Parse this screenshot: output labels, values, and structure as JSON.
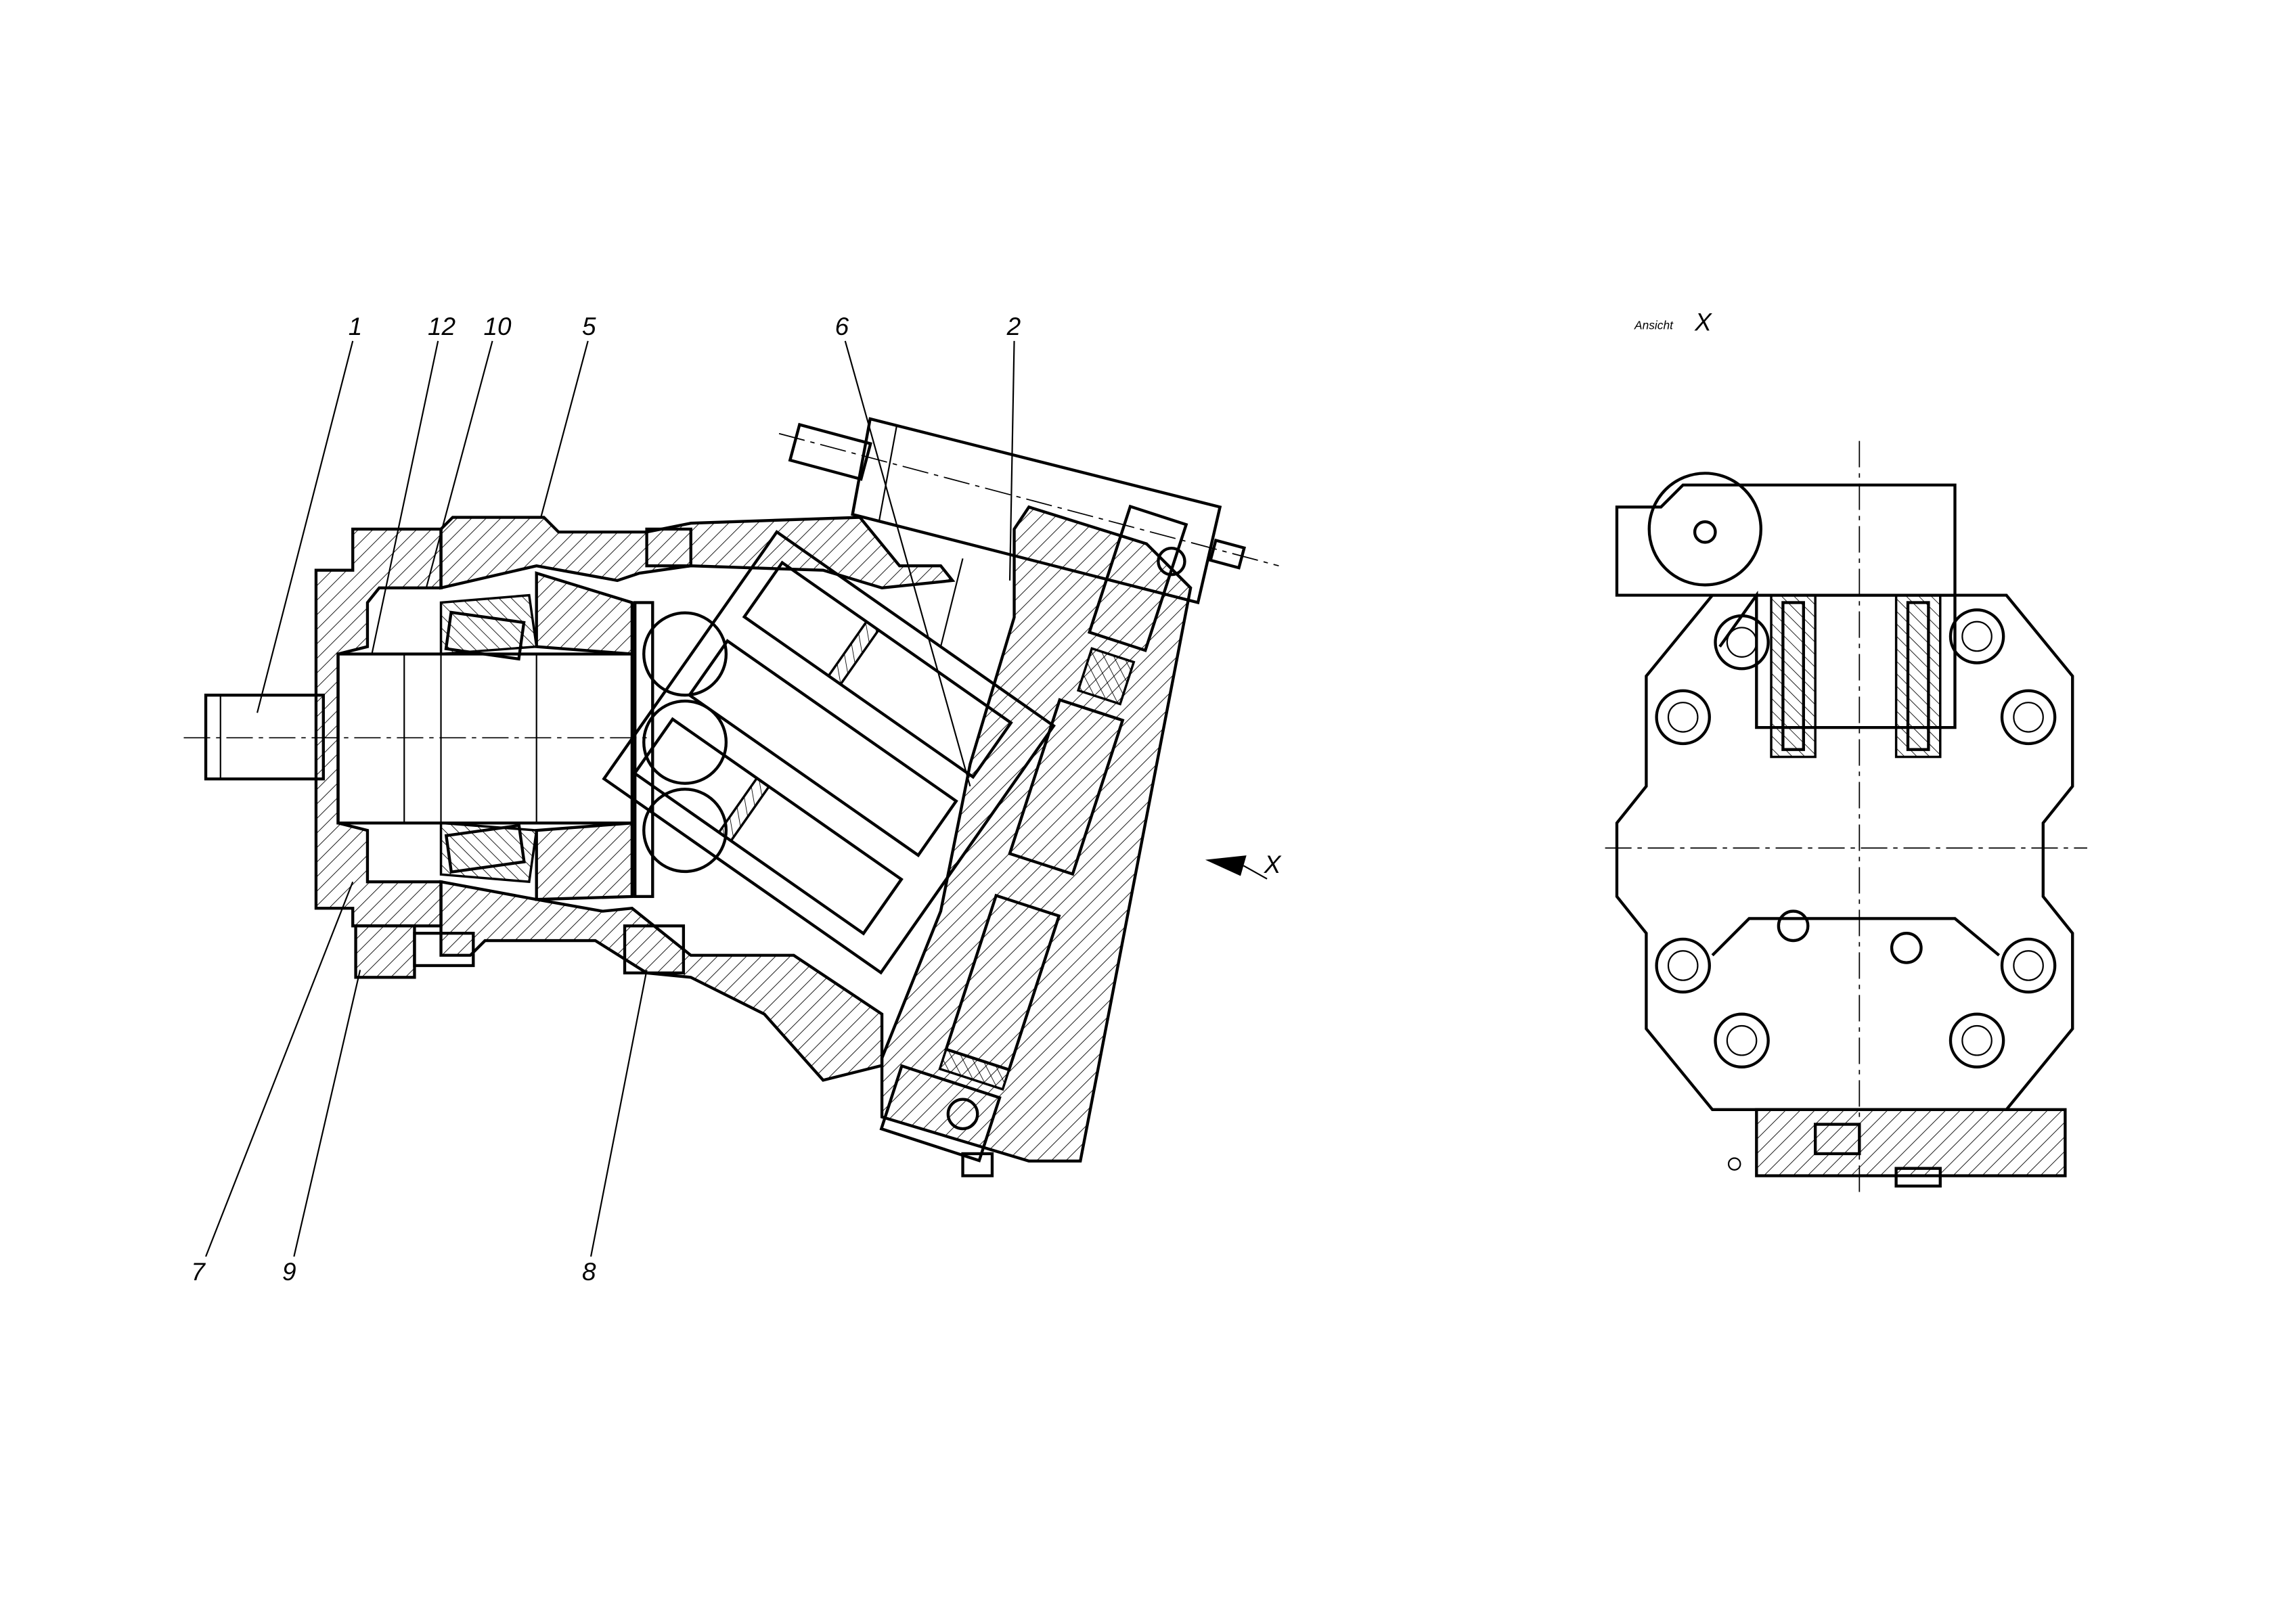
{
  "section_view": {
    "part_labels": {
      "p1": "1",
      "p12": "12",
      "p10": "10",
      "p5": "5",
      "p6": "6",
      "p2": "2",
      "p7": "7",
      "p9": "9",
      "p8": "8"
    },
    "view_arrow_label": "X"
  },
  "end_view": {
    "title": "Ansicht",
    "title_letter": "X"
  }
}
